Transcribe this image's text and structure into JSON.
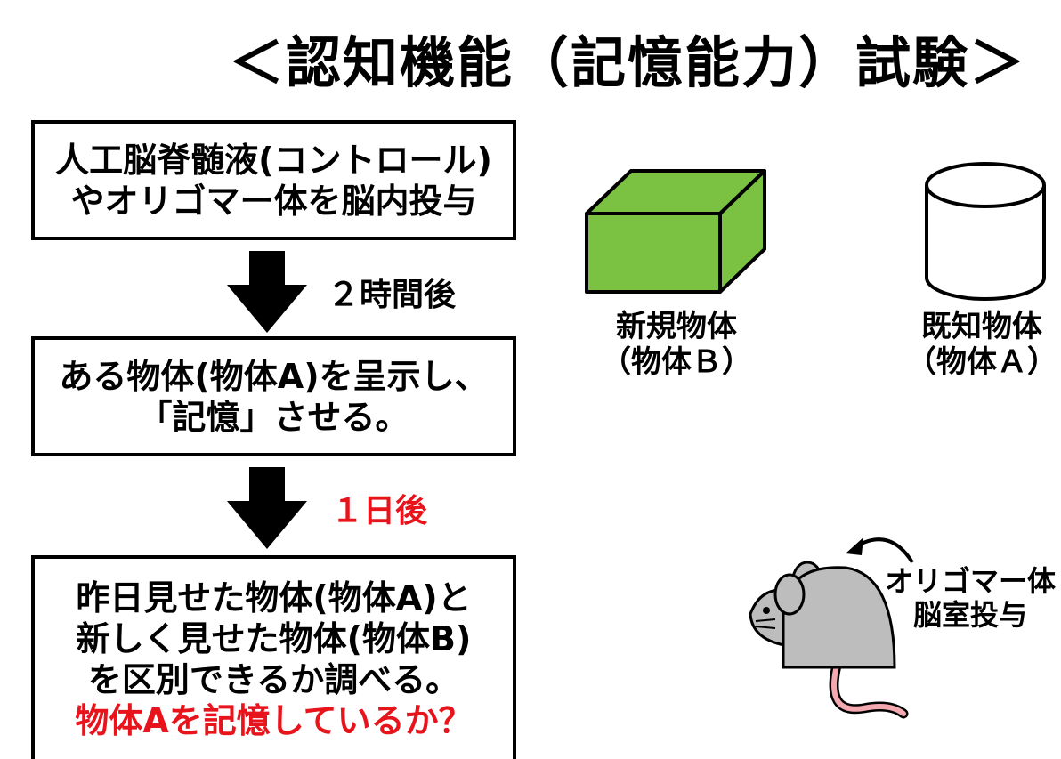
{
  "title": "＜認知機能（記憶能力）試験＞",
  "steps": [
    {
      "lines": [
        "人工脳脊髄液(コントロール)",
        "やオリゴマー体を脳内投与"
      ]
    },
    {
      "lines": [
        "ある物体(物体A)を呈示し、",
        "「記憶」させる。"
      ]
    },
    {
      "lines": [
        "昨日見せた物体(物体A)と",
        "新しく見せた物体(物体B)",
        "を区別できるか調べる。"
      ],
      "question": "物体Aを記憶しているか？"
    }
  ],
  "arrows": [
    {
      "label": "２時間後",
      "color": "#000000"
    },
    {
      "label": "１日後",
      "color": "#e8141c"
    }
  ],
  "objects": [
    {
      "name": "新規物体",
      "sub": "（物体Ｂ）",
      "shape": "cube",
      "color": "#7cc242"
    },
    {
      "name": "既知物体",
      "sub": "（物体Ａ）",
      "shape": "cylinder",
      "color": "#ffffff"
    }
  ],
  "mouse": {
    "label_line1": "オリゴマー体",
    "label_line2": "脳室投与",
    "body_color": "#bdbdbd",
    "tail_color": "#f4a8b0"
  },
  "colors": {
    "accent_red": "#e8141c",
    "box_border": "#000000"
  }
}
